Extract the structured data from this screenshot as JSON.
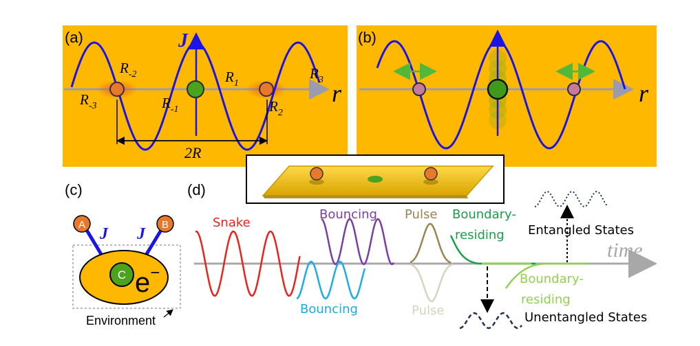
{
  "panel_a": {
    "label": "(a)",
    "axis_j": "J",
    "axis_r": "r",
    "r_m2": "R",
    "r_m2_sub": "-2",
    "r_m3": "R",
    "r_m3_sub": "-3",
    "r_m1": "R",
    "r_m1_sub": "-1",
    "r_1": "R",
    "r_1_sub": "1",
    "r_2": "R",
    "r_2_sub": "2",
    "r_3": "R",
    "r_3_sub": "3",
    "span": "2R"
  },
  "panel_b": {
    "label": "(b)",
    "axis_r": "r"
  },
  "panel_c": {
    "label": "(c)",
    "node_a": "A",
    "node_b": "B",
    "node_c": "C",
    "coupling_left": "J",
    "coupling_right": "J",
    "electron": "e",
    "electron_sup": "−",
    "environment": "Environment"
  },
  "panel_d": {
    "label": "(d)",
    "time": "time",
    "snake": "Snake",
    "bouncing_top": "Bouncing",
    "bouncing_bottom": "Bouncing",
    "pulse_top": "Pulse",
    "pulse_bottom": "Pulse",
    "boundary_top_1": "Boundary-",
    "boundary_top_2": "residing",
    "boundary_bottom_1": "Boundary-",
    "boundary_bottom_2": "residing",
    "entangled": "Entangled States",
    "unentangled": "Unentangled States"
  },
  "colors": {
    "panel_bg": "#FFB800",
    "wave_blue": "#1C14E6",
    "axis_gray": "#9A9AB0",
    "green_node": "#4BA21C",
    "orange_node": "#E8782A",
    "arrow_green": "#52B83A",
    "snake_red": "#E8231C",
    "bouncing_purple": "#7A3DA3",
    "bouncing_cyan": "#1AACE6",
    "pulse_olive": "#9A8450",
    "pulse_light": "#D8D2C0",
    "boundary_green": "#1A9E4A",
    "boundary_light": "#92D050",
    "dark_navy": "#1F2F4F"
  }
}
